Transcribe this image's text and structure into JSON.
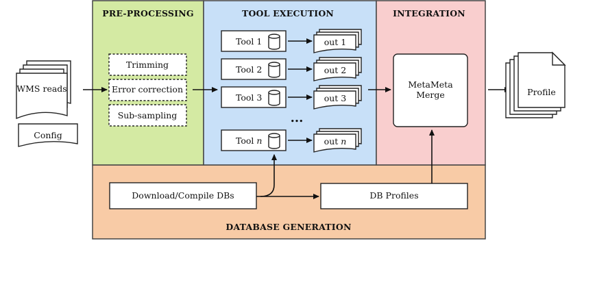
{
  "input": {
    "reads_label": "WMS reads",
    "config_label": "Config"
  },
  "preprocessing": {
    "title": "PRE-PROCESSING",
    "steps": [
      "Trimming",
      "Error correction",
      "Sub-sampling"
    ],
    "colors": {
      "fill": "#d4eaa3",
      "stroke": "#555555"
    }
  },
  "tool_execution": {
    "title": "TOOL EXECUTION",
    "tools": [
      {
        "label": "Tool 1",
        "output": "out 1"
      },
      {
        "label": "Tool 2",
        "output": "out 2"
      },
      {
        "label": "Tool 3",
        "output": "out 3"
      },
      {
        "label": "Tool ",
        "label_italic": "n",
        "output": "out ",
        "output_italic": "n"
      }
    ],
    "ellipsis": "...",
    "colors": {
      "fill": "#c8e0f8"
    }
  },
  "integration": {
    "title": "INTEGRATION",
    "merge_line1": "MetaMeta",
    "merge_line2": "Merge",
    "colors": {
      "fill": "#f9cece"
    }
  },
  "output": {
    "profile_label": "Profile"
  },
  "database_generation": {
    "title": "DATABASE GENERATION",
    "download_label": "Download/Compile DBs",
    "profiles_label": "DB Profiles",
    "colors": {
      "fill": "#f8cba6"
    }
  }
}
